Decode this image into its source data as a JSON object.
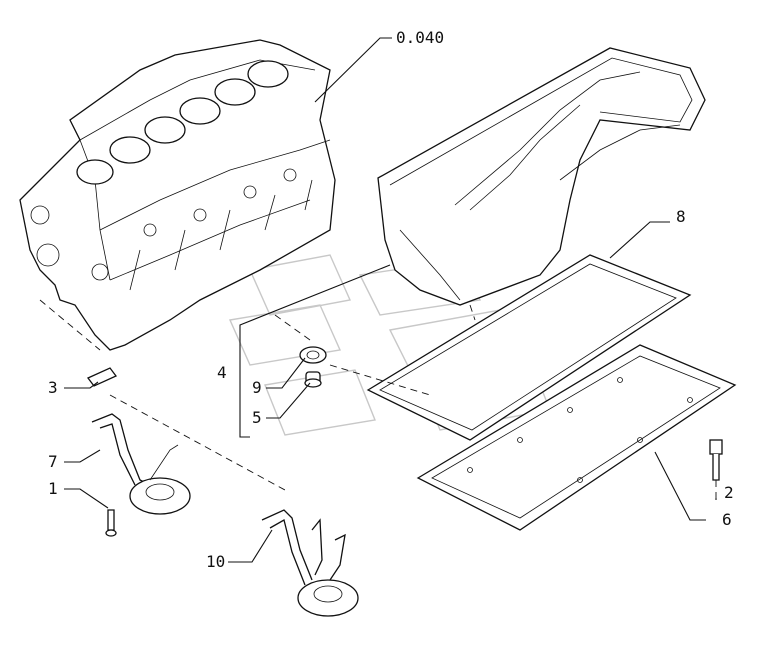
{
  "diagram": {
    "callouts": [
      {
        "id": "c-0040",
        "text": "0.040"
      },
      {
        "id": "c-8",
        "text": "8"
      },
      {
        "id": "c-4",
        "text": "4"
      },
      {
        "id": "c-9",
        "text": "9"
      },
      {
        "id": "c-5",
        "text": "5"
      },
      {
        "id": "c-3",
        "text": "3"
      },
      {
        "id": "c-7",
        "text": "7"
      },
      {
        "id": "c-1",
        "text": "1"
      },
      {
        "id": "c-10",
        "text": "10"
      },
      {
        "id": "c-2",
        "text": "2"
      },
      {
        "id": "c-6",
        "text": "6"
      }
    ]
  }
}
